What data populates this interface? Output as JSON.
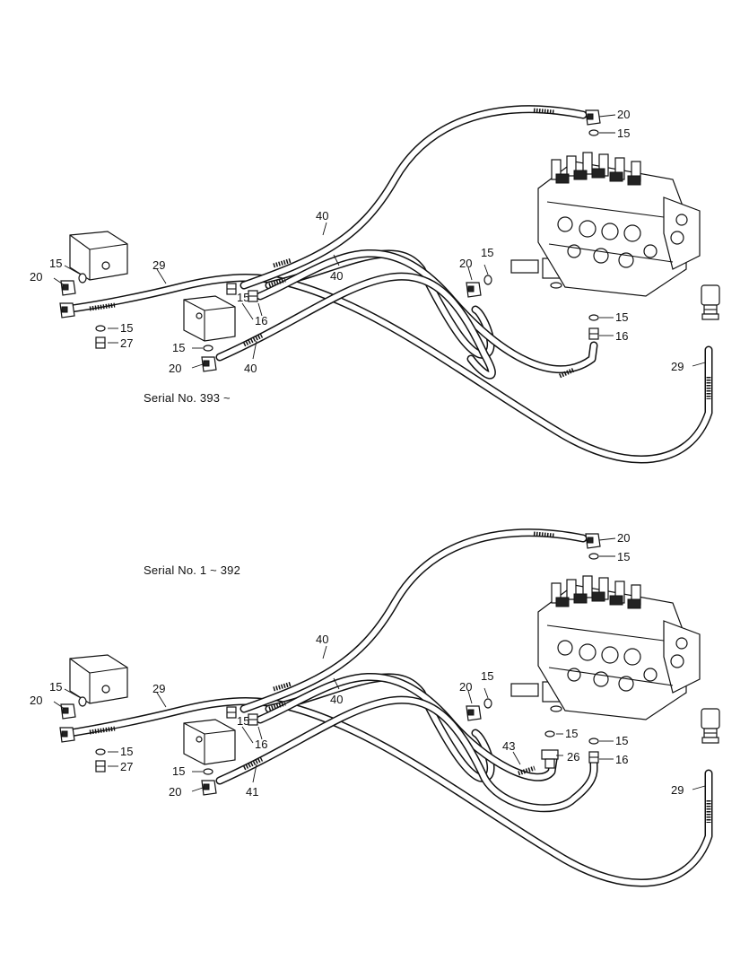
{
  "labels": {
    "serial_upper": "Serial No. 393 ~",
    "serial_lower": "Serial No. 1 ~ 392",
    "n15": "15",
    "n16": "16",
    "n20": "20",
    "n26": "26",
    "n27": "27",
    "n29": "29",
    "n40": "40",
    "n41": "41",
    "n43": "43"
  },
  "colors": {
    "line": "#111111",
    "background": "#ffffff"
  }
}
